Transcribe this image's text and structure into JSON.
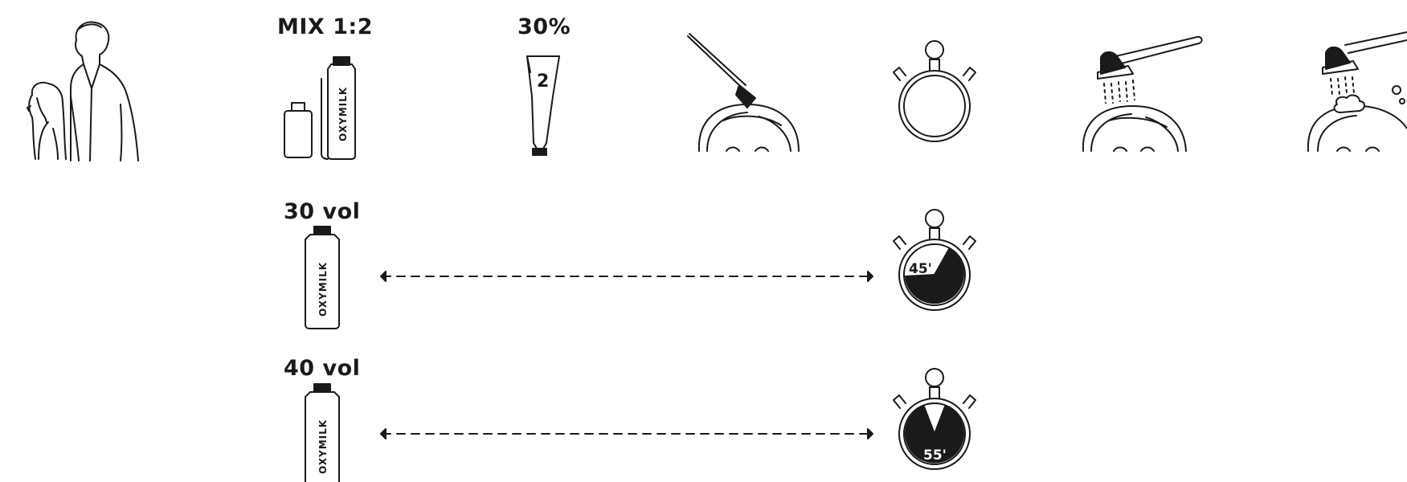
{
  "labels": {
    "mix_ratio": "MIX 1:2",
    "percent": "30%",
    "vol30": "30 vol",
    "vol40": "40 vol"
  },
  "bottle_text": "OXYMILK",
  "tube_number": "2",
  "timers": {
    "t45": "45'",
    "t55": "55'"
  },
  "colors": {
    "ink": "#1a1a1a",
    "background": "#ffffff"
  }
}
